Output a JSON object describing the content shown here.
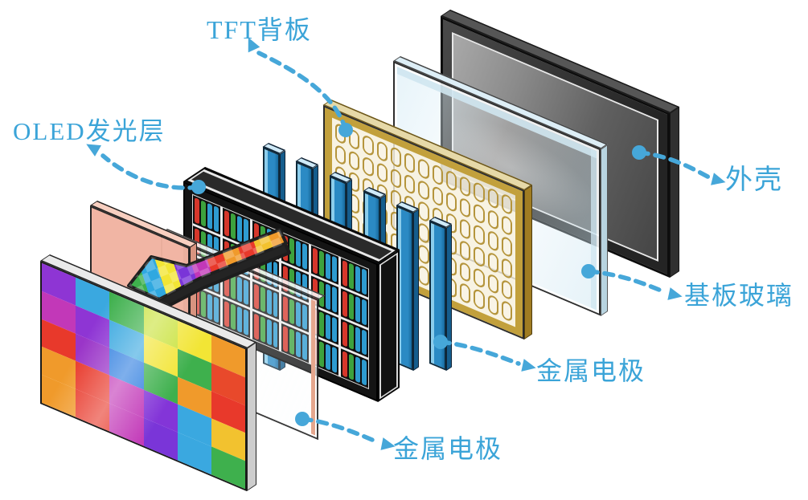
{
  "labels": {
    "tft": "TFT背板",
    "oled": "OLED发光层",
    "housing": "外壳",
    "substrate_glass": "基板玻璃",
    "metal_electrode_bars": "金属电极",
    "metal_electrode_plate": "金属电极"
  },
  "colors": {
    "label_text": "#3ba4d8",
    "pointer": "#46a7d9",
    "housing_frame": "#262626",
    "tft_gold": "#c2a03c",
    "tft_fill": "#f4eed9",
    "electrode_blue": "#2b8ac4",
    "anode_salmon": "#f1b3a1",
    "glass_tint": "#cfe6f0",
    "oled_stripes": [
      "#d6372b",
      "#3da23d",
      "#2e9bd0",
      "#2e9bd0"
    ]
  },
  "mosaic": {
    "rows": [
      [
        "#8e35d4",
        "#3aa8e0",
        "#3eb04d",
        "#c9e23b",
        "#f2e535",
        "#f09a2b"
      ],
      [
        "#c238b8",
        "#8e35d4",
        "#3aa8e0",
        "#f2e535",
        "#3eb04d",
        "#e8492b"
      ],
      [
        "#e8392b",
        "#9a35c8",
        "#2f7ee0",
        "#3eb04d",
        "#f09a2b",
        "#e8392b"
      ],
      [
        "#f09a2b",
        "#e8392b",
        "#c238b8",
        "#8335d8",
        "#3aa8e0",
        "#f2c22f"
      ],
      [
        "#f09a2b",
        "#e8392b",
        "#c238b8",
        "#7a35d8",
        "#3aa8e0",
        "#3eb04d"
      ]
    ]
  },
  "arrow_bands": [
    "#3eb04d",
    "#2fa8e0",
    "#f2e535",
    "#7a35d8",
    "#c238b8",
    "#e8392b",
    "#f09a2b",
    "#e8392b",
    "#f2c22f",
    "#f09a2b"
  ]
}
